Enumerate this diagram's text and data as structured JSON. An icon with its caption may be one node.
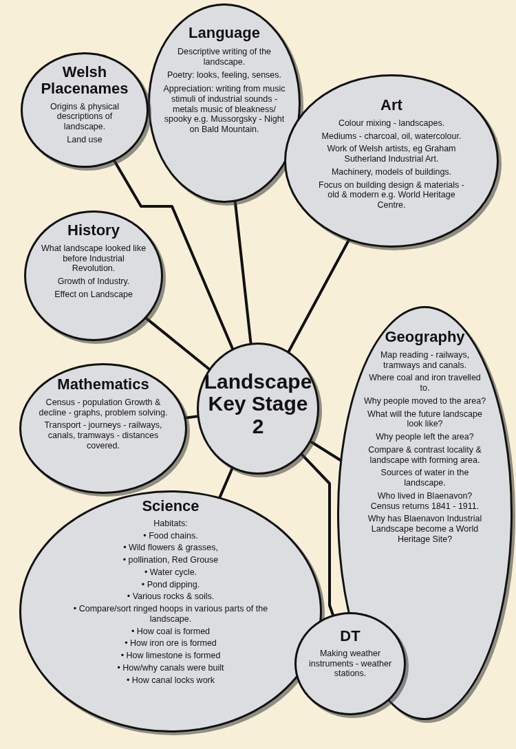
{
  "diagram": {
    "nodes": [
      {
        "text": [
          "Language",
          "Descriptive writing of the landscape.",
          "Poetry: looks, feeling, senses.",
          "Appreciation: writing from music stimuli of industrial sounds - metals music of bleakness/ spooky e.g. Mussorgsky - Night on Bald Mountain."
        ]
      },
      {
        "text": [
          "Welsh Placenames",
          "Origins & physical descriptions of landscape.",
          "Land use"
        ]
      },
      {
        "text": [
          "Art",
          "Colour mixing - landscapes.",
          "Mediums - charcoal, oil, watercolour.",
          "Work of Welsh artists, eg Graham Sutherland Industrial Art.",
          "Machinery, models of buildings.",
          "Focus on building design & materials - old & modern e.g. World Heritage Centre."
        ]
      },
      {
        "text": [
          "History",
          "What landscape looked like before Industrial Revolution.",
          "Growth of Industry.",
          "Effect on Landscape"
        ]
      },
      {
        "text": [
          "Geography",
          "Map reading - railways, tramways and canals.",
          "Where coal and iron travelled to.",
          "Why people moved to the area?",
          "What will the future landscape look like?",
          "Why people left the area?",
          "Compare & contrast locality & landscape with forming area.",
          "Sources of water in the landscape.",
          "Who lived in Blaenavon? Census returns 1841 - 1911.",
          "Why has Blaenavon Industrial Landscape become a World Heritage Site?"
        ]
      },
      {
        "text": [
          "Landscape Key Stage 2"
        ]
      },
      {
        "text": [
          "Mathematics",
          "Census - population Growth & decline - graphs, problem solving.",
          "Transport - journeys - railways, canals, tramways - distances covered."
        ]
      },
      {
        "text": [
          "Science",
          "Habitats:",
          "• Food chains.",
          "• Wild flowers & grasses,",
          "• pollination, Red Grouse",
          "• Water cycle.",
          "• Pond dipping.",
          "• Various rocks & soils.",
          "• Compare/sort ringed hoops in various parts of the landscape.",
          "• How coal is formed",
          "• How iron ore is formed",
          "• How limestone is formed",
          "• How/why canals were built",
          "• How canal locks work"
        ]
      },
      {
        "text": [
          "DT",
          "Making weather instruments - weather stations."
        ]
      }
    ],
    "edges": [
      {
        "from": 5,
        "to": 0,
        "arrow": "none"
      },
      {
        "from": 5,
        "to": 1,
        "arrow": "none"
      },
      {
        "from": 5,
        "to": 2,
        "arrow": "none"
      },
      {
        "from": 5,
        "to": 3,
        "arrow": "none"
      },
      {
        "from": 5,
        "to": 4,
        "arrow": "none"
      },
      {
        "from": 5,
        "to": 6,
        "arrow": "none"
      },
      {
        "from": 5,
        "to": 7,
        "arrow": "none"
      },
      {
        "from": 5,
        "to": 8,
        "arrow": "none"
      }
    ]
  }
}
